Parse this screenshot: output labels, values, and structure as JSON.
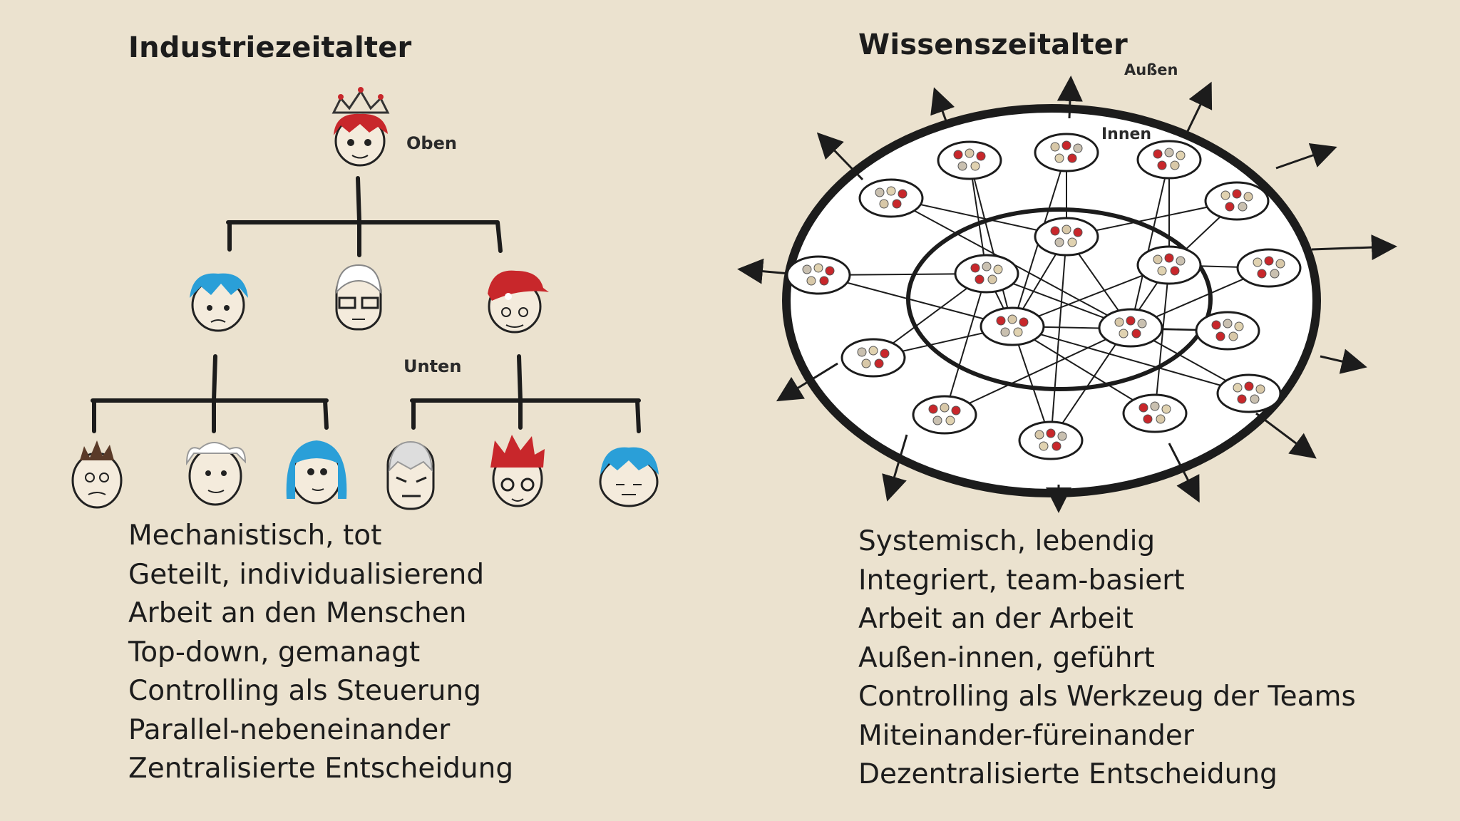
{
  "left": {
    "title": "Industriezeitalter",
    "label_top": "Oben",
    "label_bottom": "Unten",
    "items": [
      "Mechanistisch, tot",
      "Geteilt, individualisierend",
      "Arbeit an den Menschen",
      "Top-down, gemanagt",
      "Controlling als Steuerung",
      "Parallel-nebeneinander",
      "Zentralisierte Entscheidung"
    ]
  },
  "right": {
    "title": "Wissenszeitalter",
    "label_outer": "Außen",
    "label_inner": "Innen",
    "items": [
      "Systemisch, lebendig",
      "Integriert, team-basiert",
      "Arbeit an der Arbeit",
      "Außen-innen, geführt",
      "Controlling als Werkzeug der Teams",
      "Miteinander-füreinander",
      "Dezentralisierte Entscheidung"
    ]
  },
  "colors": {
    "background": "#ebe2cf",
    "text": "#1c1c1c",
    "accent_red": "#c8272b",
    "accent_blue": "#2a9fd8"
  },
  "icons": [
    "crown-icon",
    "face-icon",
    "arrow-icon",
    "team-oval-icon"
  ]
}
